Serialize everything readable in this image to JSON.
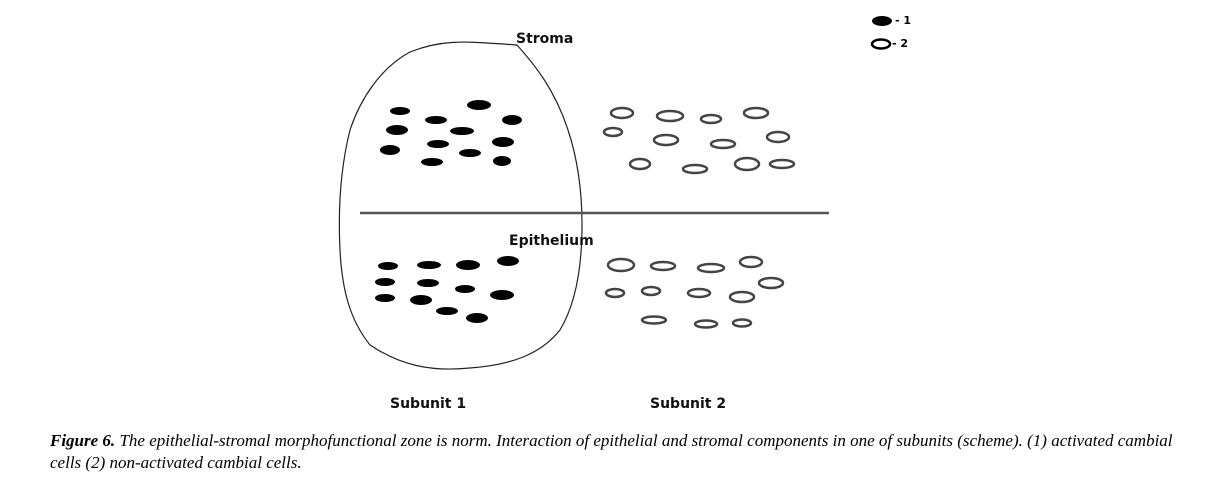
{
  "labels": {
    "stroma": "Stroma",
    "epithelium": "Epithelium",
    "subunit1": "Subunit 1",
    "subunit2": "Subunit 2"
  },
  "legend": [
    {
      "symbol": "filled-ellipse",
      "label": "- 1"
    },
    {
      "symbol": "open-ellipse",
      "label": "- 2"
    }
  ],
  "caption": {
    "prefix": "Figure 6.",
    "text": " The epithelial-stromal morphofunctional zone is norm. Interaction of epithelial and stromal components in one of subunits (scheme). (1) activated cambial cells (2) non-activated cambial cells."
  }
}
